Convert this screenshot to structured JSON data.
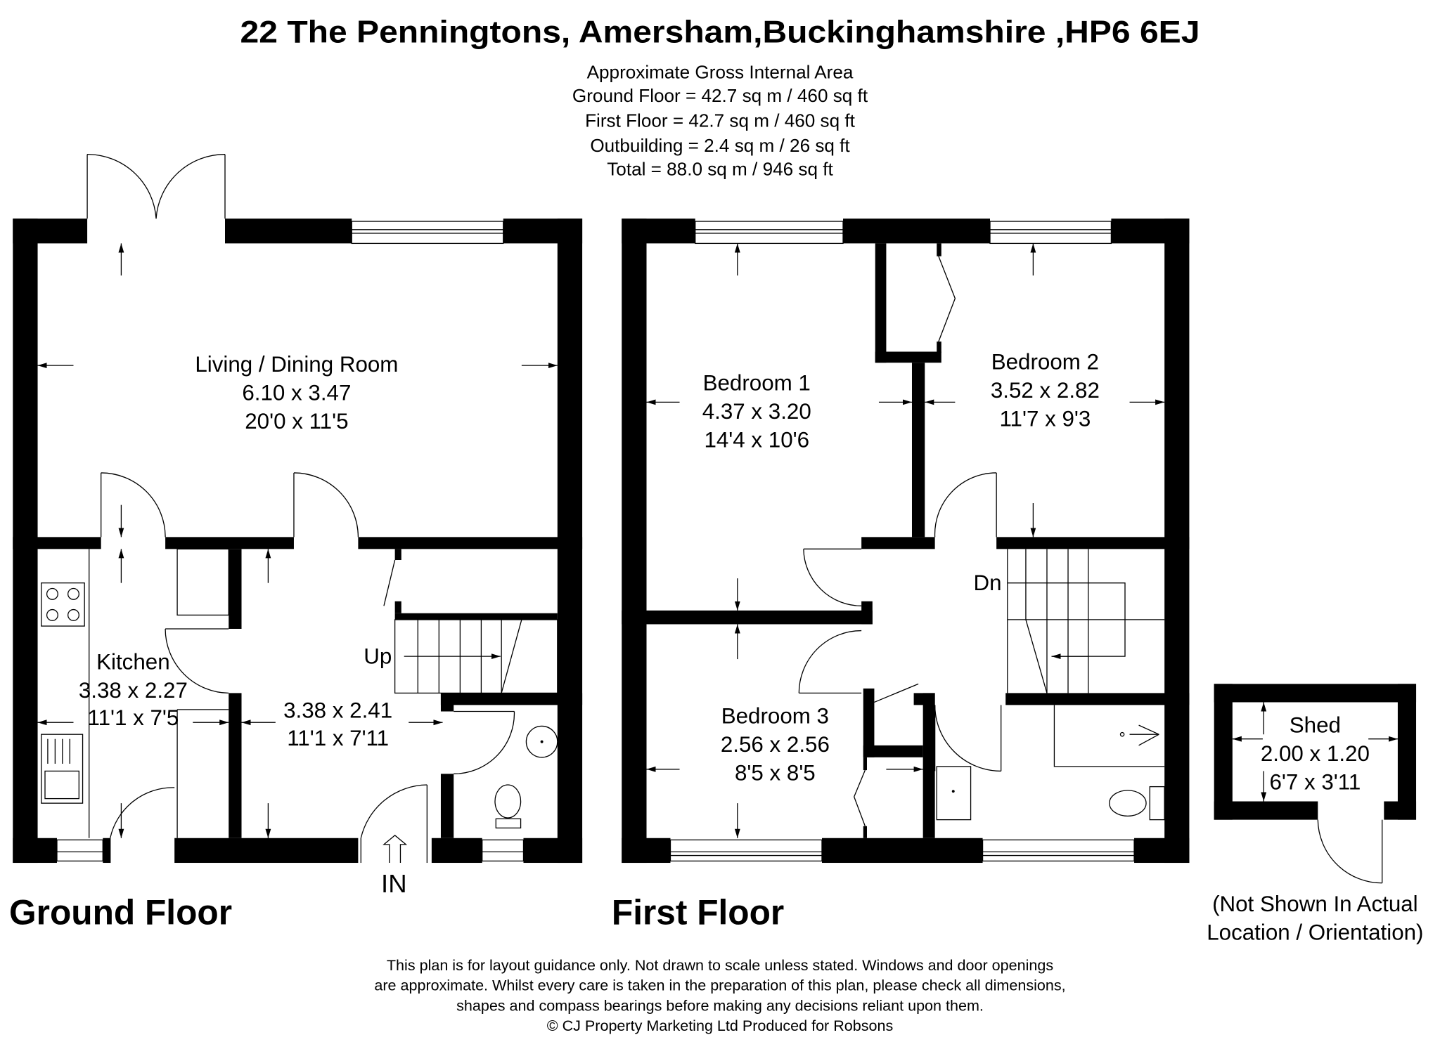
{
  "title": "22 The Penningtons, Amersham,Buckinghamshire ,HP6 6EJ",
  "area": {
    "heading": "Approximate Gross Internal Area",
    "ground": "Ground Floor =  42.7 sq m / 460 sq ft",
    "first": "First Floor = 42.7 sq m / 460 sq ft",
    "outbuilding": "Outbuilding = 2.4 sq m / 26 sq ft",
    "total": "Total = 88.0 sq m / 946 sq ft"
  },
  "ground_floor": {
    "label": "Ground Floor",
    "entrance": "IN",
    "stairs": "Up",
    "living": {
      "name": "Living  / Dining Room",
      "metric": "6.10 x 3.47",
      "imperial": "20'0 x 11'5"
    },
    "kitchen": {
      "name": "Kitchen",
      "metric": "3.38 x 2.27",
      "imperial": "11'1 x 7'5"
    },
    "hall": {
      "metric": "3.38 x 2.41",
      "imperial": "11'1 x 7'11"
    }
  },
  "first_floor": {
    "label": "First Floor",
    "stairs": "Dn",
    "bedroom1": {
      "name": "Bedroom 1",
      "metric": "4.37 x 3.20",
      "imperial": "14'4 x 10'6"
    },
    "bedroom2": {
      "name": "Bedroom 2",
      "metric": "3.52 x 2.82",
      "imperial": "11'7 x 9'3"
    },
    "bedroom3": {
      "name": "Bedroom 3",
      "metric": "2.56 x 2.56",
      "imperial": "8'5 x 8'5"
    }
  },
  "shed": {
    "name": "Shed",
    "metric": "2.00 x 1.20",
    "imperial": "6'7 x 3'11",
    "note_line1": "(Not Shown In Actual",
    "note_line2": "Location / Orientation)"
  },
  "disclaimer": [
    "This plan is for layout guidance only. Not drawn to scale unless stated. Windows and door openings",
    "are approximate. Whilst every care is taken in the preparation of this plan, please check all dimensions,",
    "shapes and compass bearings before making any decisions reliant upon them.",
    "© CJ Property Marketing Ltd Produced for  Robsons"
  ]
}
